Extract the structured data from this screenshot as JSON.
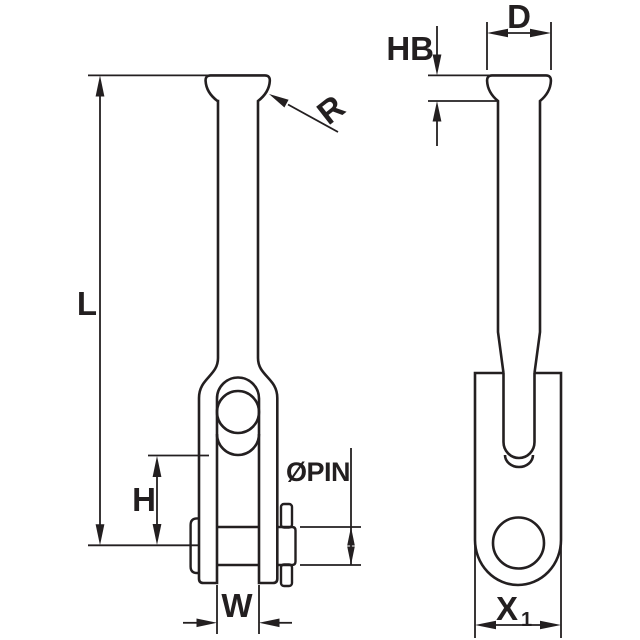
{
  "drawing": {
    "kind": "technical-drawing",
    "subject": "swage fork terminal with clevis pin, two orthographic views",
    "background_color": "#ffffff",
    "line_color": "#231f20",
    "views": [
      {
        "name": "front-view",
        "dimension_labels": [
          "L",
          "H",
          "W",
          "R",
          "ØPIN"
        ]
      },
      {
        "name": "side-view",
        "dimension_labels": [
          "D",
          "HB",
          "X1"
        ]
      }
    ]
  },
  "dimensions": {
    "length": {
      "label": "L"
    },
    "jaw_depth": {
      "label": "H"
    },
    "jaw_width": {
      "label": "W"
    },
    "head_radius": {
      "label": "R"
    },
    "pin_diameter": {
      "label": "ØPIN"
    },
    "head_diameter": {
      "label": "D"
    },
    "head_height": {
      "label": "HB"
    },
    "fork_width": {
      "label": "X",
      "sub": "1"
    }
  }
}
